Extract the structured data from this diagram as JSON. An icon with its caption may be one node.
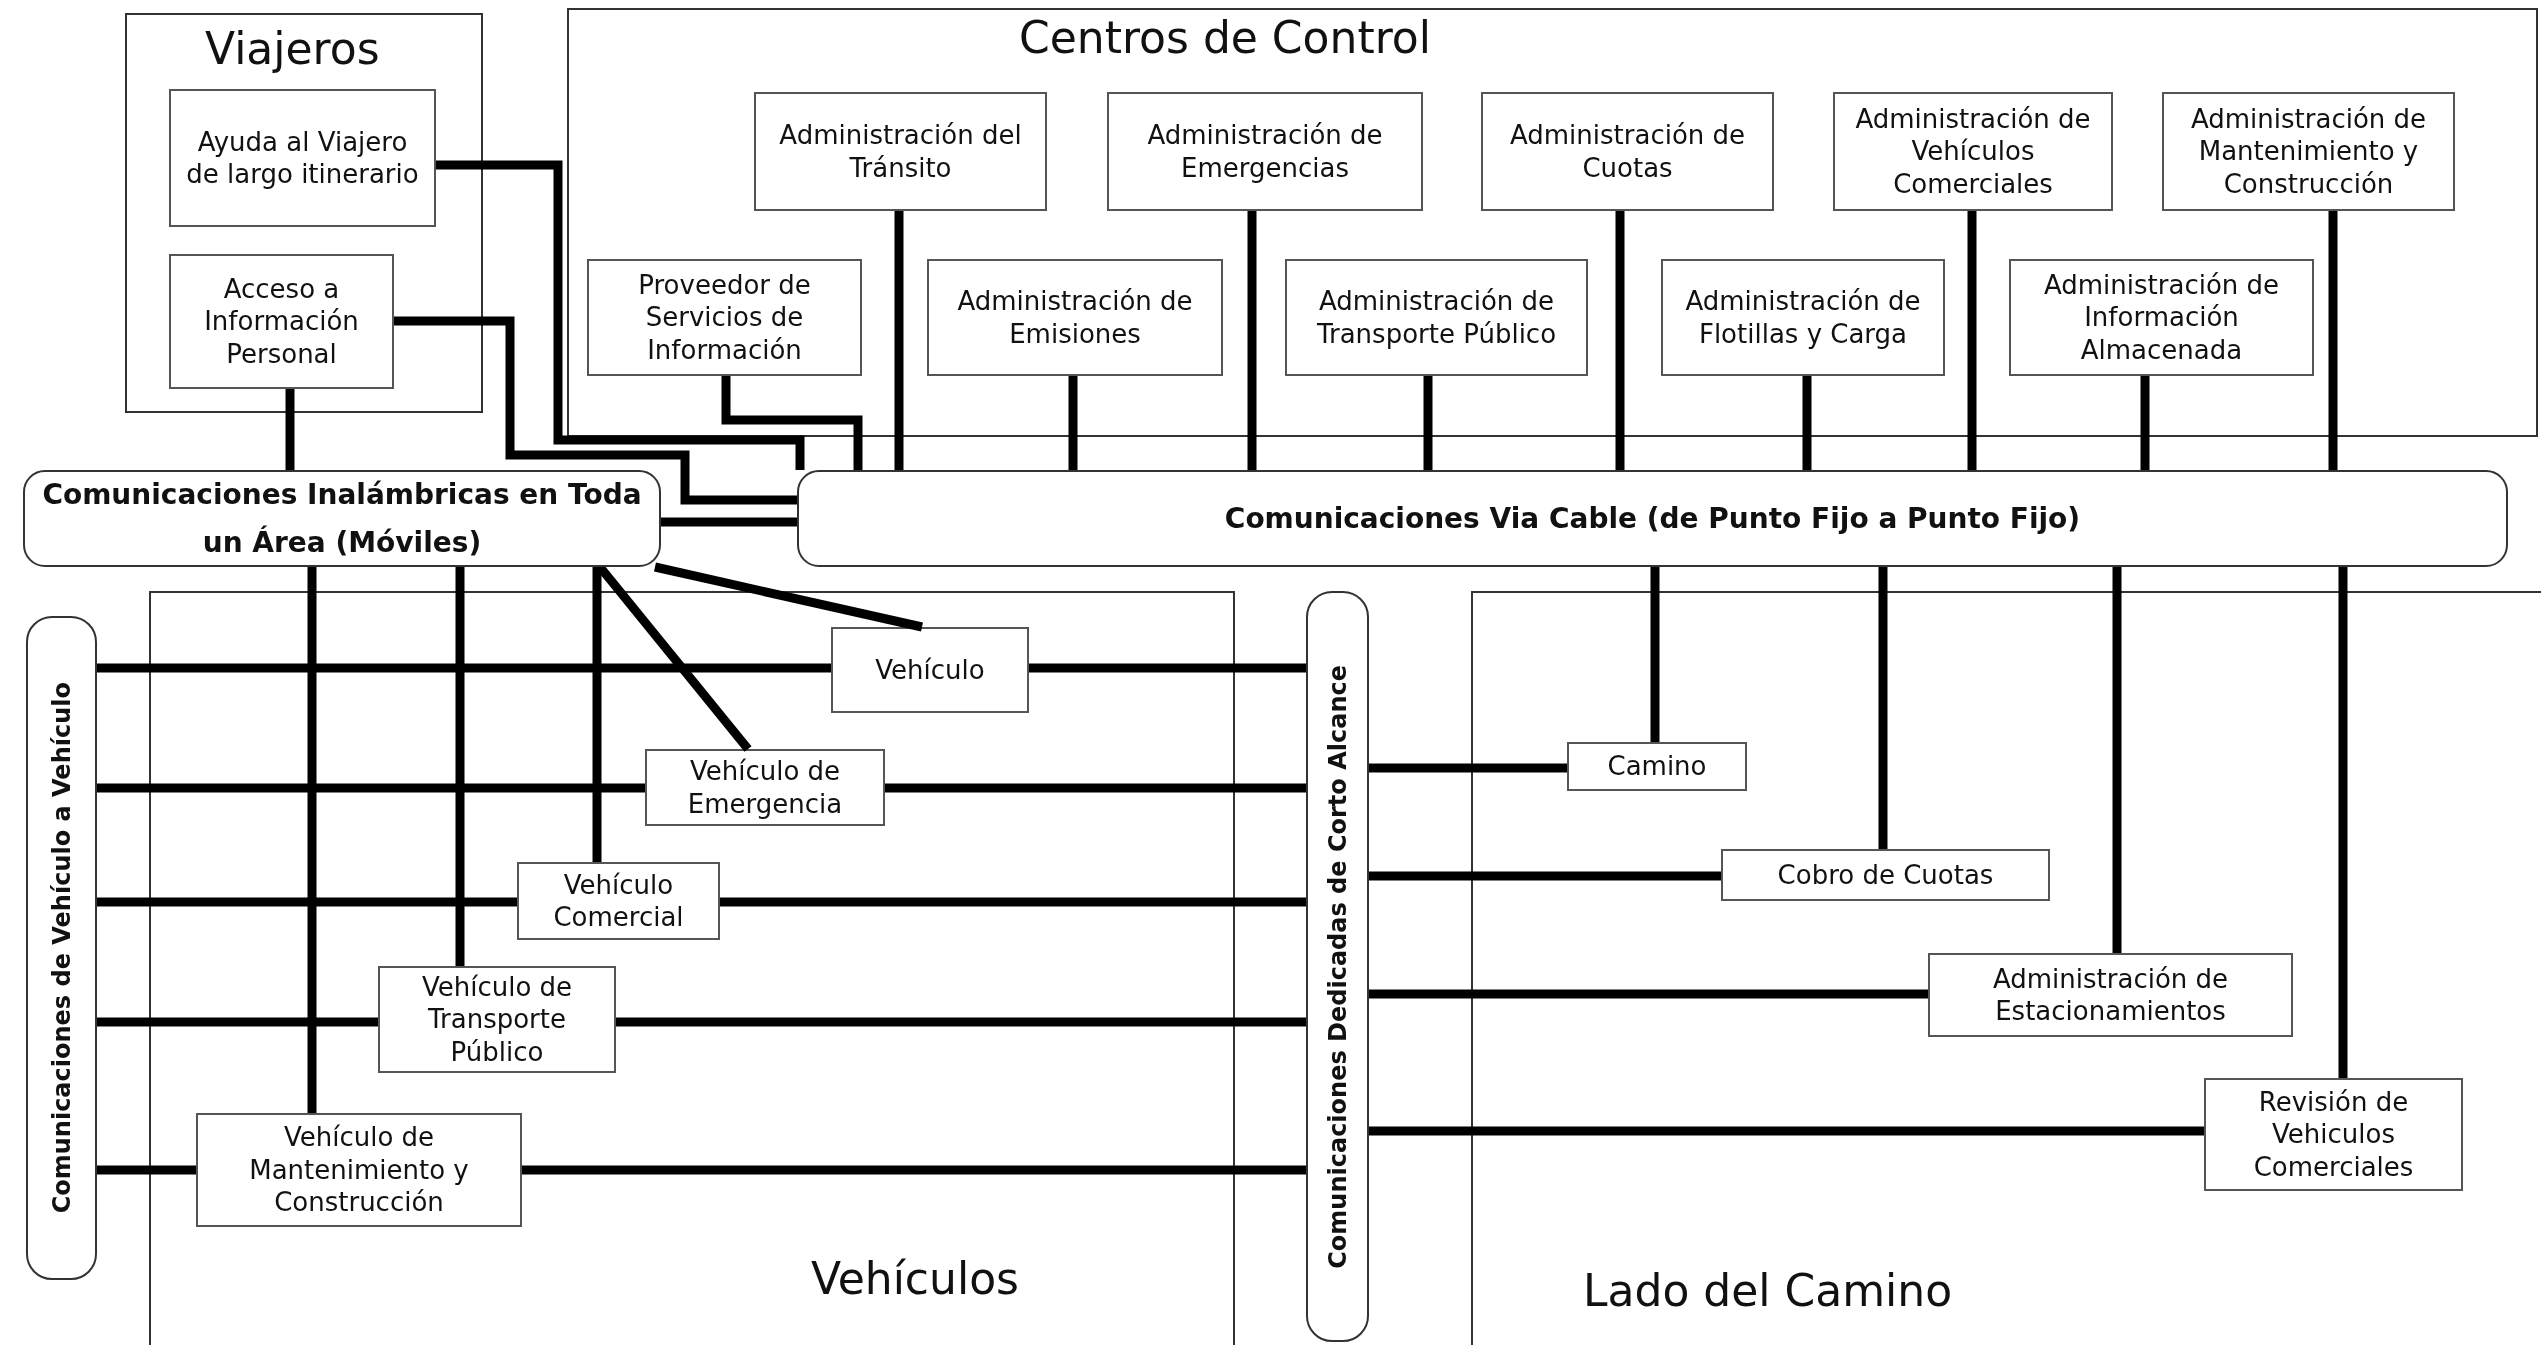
{
  "diagram": {
    "nodes": [
      {
        "text": [
          "Viajeros"
        ]
      },
      {
        "text": [
          "Ayuda al Viajero de largo itinerario"
        ],
        "in": 0
      },
      {
        "text": [
          "Acceso a Información Personal"
        ],
        "in": 0
      },
      {
        "text": [
          "Centros de Control"
        ]
      },
      {
        "text": [
          "Administración del Tránsito"
        ],
        "in": 3
      },
      {
        "text": [
          "Administración de Emergencias"
        ],
        "in": 3
      },
      {
        "text": [
          "Administración de Cuotas"
        ],
        "in": 3
      },
      {
        "text": [
          "Administración de Vehículos Comerciales"
        ],
        "in": 3
      },
      {
        "text": [
          "Administración de Mantenimiento y Construcción"
        ],
        "in": 3
      },
      {
        "text": [
          "Proveedor de Servicios de Información"
        ],
        "in": 3
      },
      {
        "text": [
          "Administración de Emisiones"
        ],
        "in": 3
      },
      {
        "text": [
          "Administración de Transporte Público"
        ],
        "in": 3
      },
      {
        "text": [
          "Administración de Flotillas y Carga"
        ],
        "in": 3
      },
      {
        "text": [
          "Administración de Información Almacenada"
        ],
        "in": 3
      },
      {
        "text": [
          "Comunicaciones Inalámbricas en Toda un Área (Móviles)"
        ]
      },
      {
        "text": [
          "Comunicaciones Via Cable (de Punto Fijo a Punto Fijo)"
        ]
      },
      {
        "text": [
          "Vehículos"
        ]
      },
      {
        "text": [
          "Vehículo"
        ],
        "in": 16
      },
      {
        "text": [
          "Vehículo de Emergencia"
        ],
        "in": 16
      },
      {
        "text": [
          "Vehículo Comercial"
        ],
        "in": 16
      },
      {
        "text": [
          "Vehículo de Transporte Público"
        ],
        "in": 16
      },
      {
        "text": [
          "Vehículo de Mantenimiento y Construcción"
        ],
        "in": 16
      },
      {
        "text": [
          "Comunicaciones de Vehículo a Vehículo"
        ]
      },
      {
        "text": [
          "Comunicaciones Dedicadas de Corto Alcance"
        ]
      },
      {
        "text": [
          "Lado del Camino"
        ]
      },
      {
        "text": [
          "Camino"
        ],
        "in": 24
      },
      {
        "text": [
          "Cobro de Cuotas"
        ],
        "in": 24
      },
      {
        "text": [
          "Administración de Estacionamientos"
        ],
        "in": 24
      },
      {
        "text": [
          "Revisión de Vehiculos Comerciales"
        ],
        "in": 24
      }
    ],
    "edges": [
      {
        "from": 1,
        "to": 15,
        "arrow": "none"
      },
      {
        "from": 2,
        "to": 15,
        "arrow": "none"
      },
      {
        "from": 2,
        "to": 14,
        "arrow": "none"
      },
      {
        "from": 14,
        "to": 15,
        "arrow": "none"
      },
      {
        "from": 9,
        "to": 15,
        "arrow": "none"
      },
      {
        "from": 4,
        "to": 15,
        "arrow": "none"
      },
      {
        "from": 5,
        "to": 15,
        "arrow": "none"
      },
      {
        "from": 6,
        "to": 15,
        "arrow": "none"
      },
      {
        "from": 7,
        "to": 15,
        "arrow": "none"
      },
      {
        "from": 8,
        "to": 15,
        "arrow": "none"
      },
      {
        "from": 10,
        "to": 15,
        "arrow": "none"
      },
      {
        "from": 11,
        "to": 15,
        "arrow": "none"
      },
      {
        "from": 12,
        "to": 15,
        "arrow": "none"
      },
      {
        "from": 13,
        "to": 15,
        "arrow": "none"
      },
      {
        "from": 15,
        "to": 25,
        "arrow": "none"
      },
      {
        "from": 15,
        "to": 26,
        "arrow": "none"
      },
      {
        "from": 15,
        "to": 27,
        "arrow": "none"
      },
      {
        "from": 15,
        "to": 28,
        "arrow": "none"
      },
      {
        "from": 14,
        "to": 17,
        "arrow": "none"
      },
      {
        "from": 14,
        "to": 18,
        "arrow": "none"
      },
      {
        "from": 14,
        "to": 19,
        "arrow": "none"
      },
      {
        "from": 14,
        "to": 20,
        "arrow": "none"
      },
      {
        "from": 14,
        "to": 21,
        "arrow": "none"
      },
      {
        "from": 22,
        "to": 17,
        "arrow": "none"
      },
      {
        "from": 22,
        "to": 18,
        "arrow": "none"
      },
      {
        "from": 22,
        "to": 19,
        "arrow": "none"
      },
      {
        "from": 22,
        "to": 20,
        "arrow": "none"
      },
      {
        "from": 22,
        "to": 21,
        "arrow": "none"
      },
      {
        "from": 17,
        "to": 23,
        "arrow": "none"
      },
      {
        "from": 18,
        "to": 23,
        "arrow": "none"
      },
      {
        "from": 19,
        "to": 23,
        "arrow": "none"
      },
      {
        "from": 20,
        "to": 23,
        "arrow": "none"
      },
      {
        "from": 21,
        "to": 23,
        "arrow": "none"
      },
      {
        "from": 23,
        "to": 25,
        "arrow": "none"
      },
      {
        "from": 23,
        "to": 26,
        "arrow": "none"
      },
      {
        "from": 23,
        "to": 27,
        "arrow": "none"
      },
      {
        "from": 23,
        "to": 28,
        "arrow": "none"
      }
    ]
  }
}
